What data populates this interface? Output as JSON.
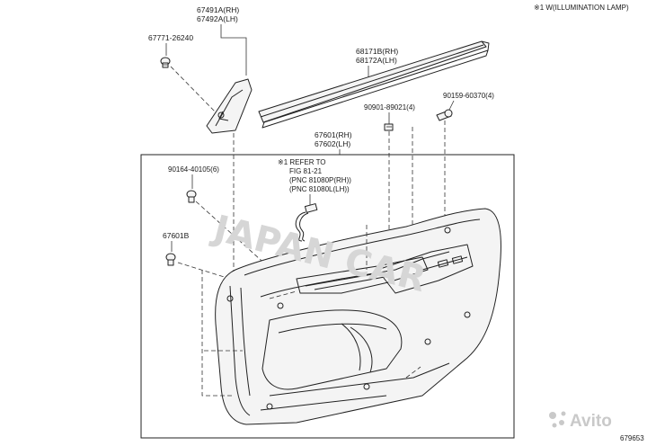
{
  "header_note": "※1 W(ILLUMINATION LAMP)",
  "parts": {
    "p67491": "67491A(RH)",
    "p67492": "67492A(LH)",
    "p67771": "67771-26240",
    "p68171": "68171B(RH)",
    "p68172": "68172A(LH)",
    "p90159": "90159-60370(4)",
    "p90901": "90901-89021(4)",
    "p67601": "67601(RH)",
    "p67602": "67602(LH)",
    "p90164": "90164-40105(6)",
    "p67601b": "67601B"
  },
  "refer": {
    "line1": "※1 REFER TO",
    "line2": "FIG 81-21",
    "line3": "(PNC 81080P(RH))",
    "line4": "(PNC 81080L(LH))"
  },
  "figure_id": "679653",
  "watermark": "JAPAN CAR",
  "brand": "Avito",
  "brand_color": "#c9c9c9"
}
